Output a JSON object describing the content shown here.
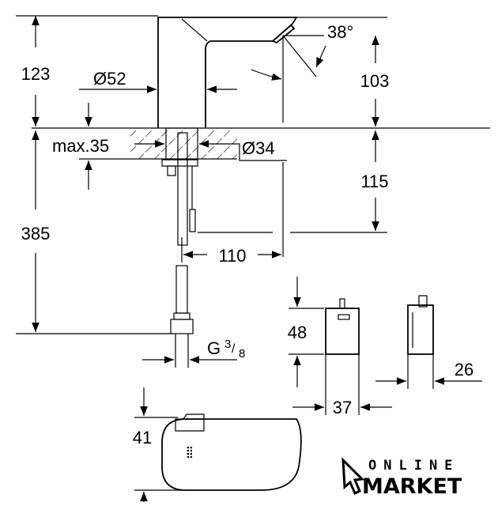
{
  "drawing": {
    "dimensions": {
      "height_total_top": "123",
      "body_diameter": "Ø52",
      "spout_angle": "38°",
      "spout_height": "103",
      "max_thickness": "max.35",
      "hole_diameter": "Ø34",
      "below_counter": "115",
      "hose_length": "385",
      "spout_reach": "110",
      "thread": "G",
      "thread_num": "3",
      "thread_den": "8",
      "box_height": "48",
      "box_width": "37",
      "box_depth": "26",
      "spout_section": "41"
    }
  },
  "logo": {
    "line1": "ONLINE",
    "line2": "MARKET"
  },
  "colors": {
    "ink": "#000000",
    "background": "#ffffff"
  }
}
